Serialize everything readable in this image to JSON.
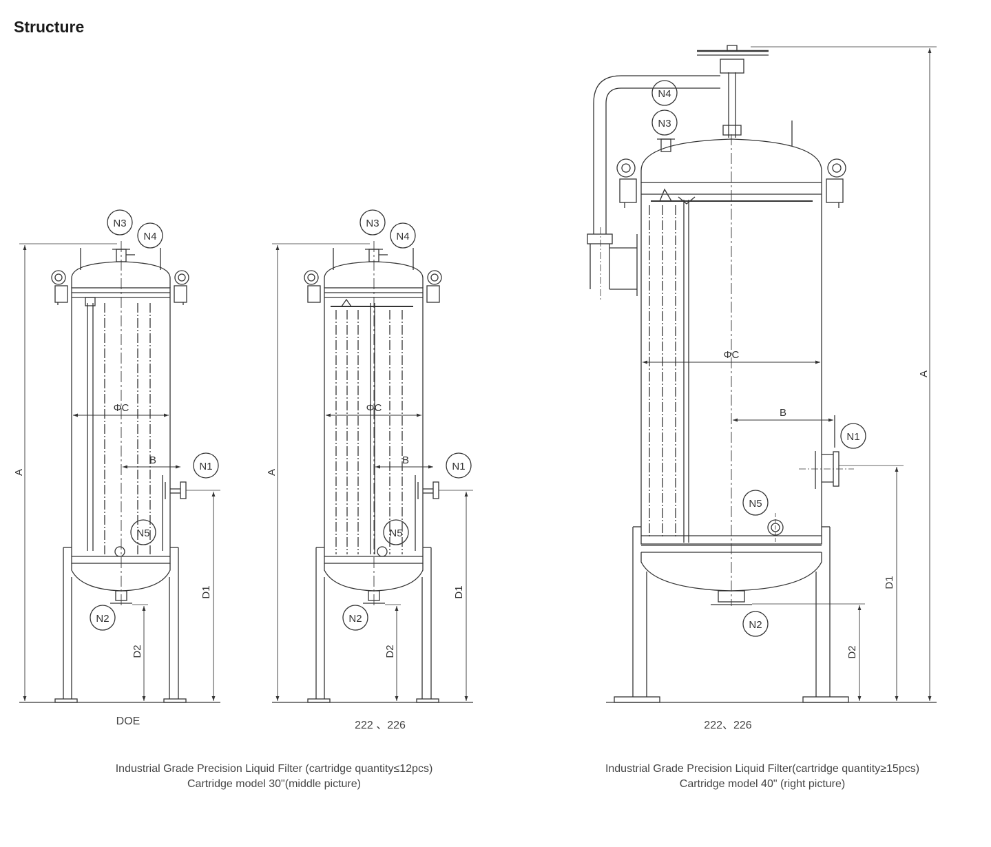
{
  "title": "Structure",
  "colors": {
    "line": "#333333",
    "text": "#333333"
  },
  "figures": [
    {
      "model_label": "DOE",
      "labels": {
        "A": "A",
        "B": "B",
        "C": "ΦC",
        "D1": "D1",
        "D2": "D2"
      },
      "nozzles": [
        "N1",
        "N2",
        "N3",
        "N4",
        "N5"
      ]
    },
    {
      "model_label": "222 、226",
      "labels": {
        "A": "A",
        "B": "B",
        "C": "ΦC",
        "D1": "D1",
        "D2": "D2"
      },
      "nozzles": [
        "N1",
        "N2",
        "N3",
        "N4",
        "N5"
      ]
    },
    {
      "model_label": "222、226",
      "labels": {
        "A": "A",
        "B": "B",
        "C": "ΦC",
        "D1": "D1",
        "D2": "D2"
      },
      "nozzles": [
        "N1",
        "N2",
        "N3",
        "N4",
        "N5"
      ]
    }
  ],
  "captions": {
    "left_line1": "Industrial Grade Precision Liquid Filter (cartridge quantity≤12pcs)",
    "left_line2": "Cartridge model 30\"(middle picture)",
    "right_line1": "Industrial Grade Precision Liquid Filter(cartridge quantity≥15pcs)",
    "right_line2": "Cartridge model 40\" (right picture)"
  }
}
